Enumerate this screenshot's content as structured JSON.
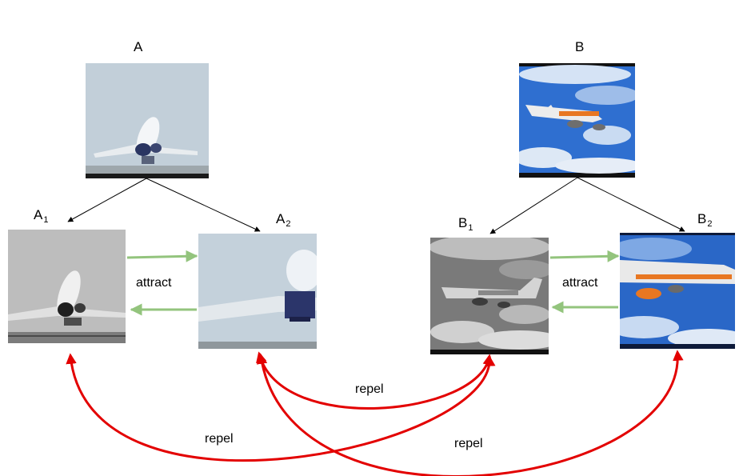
{
  "nodes": {
    "a": {
      "label": "A"
    },
    "a1": {
      "label": "A",
      "sub": "1"
    },
    "a2": {
      "label": "A",
      "sub": "2"
    },
    "b": {
      "label": "B"
    },
    "b1": {
      "label": "B",
      "sub": "1"
    },
    "b2": {
      "label": "B",
      "sub": "2"
    }
  },
  "edge_labels": {
    "attract_a": "attract",
    "attract_b": "attract",
    "repel_a2_b1": "repel",
    "repel_a1_b1": "repel",
    "repel_a2_b2": "repel"
  },
  "colors": {
    "attract": "#93c47d",
    "repel": "#e30000",
    "split": "#000000",
    "sky_a": "#c2cfd9",
    "sky_b": "#2f6fd0",
    "gray": "#bdbdbd"
  }
}
